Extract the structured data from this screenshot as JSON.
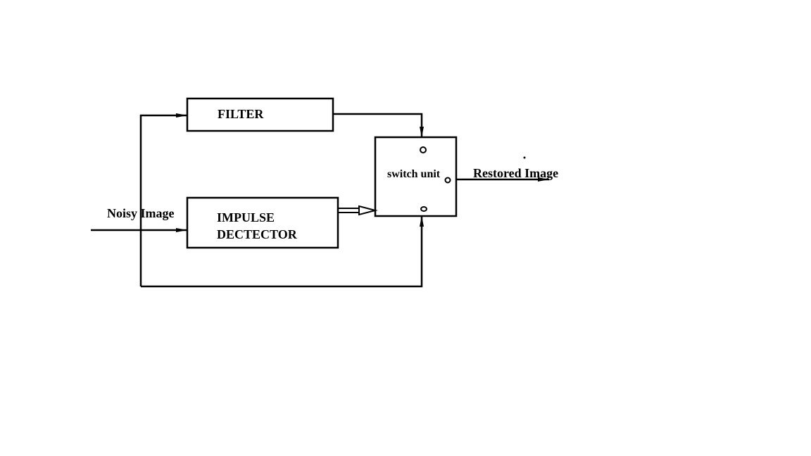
{
  "diagram": {
    "filter_label": "FILTER",
    "impulse_line1": "IMPULSE",
    "impulse_line2": "DECTECTOR",
    "switch_label": "switch unit",
    "input_label": "Noisy Image",
    "output_label": "Restored Image"
  },
  "colors": {
    "stroke": "#000000",
    "background": "#ffffff"
  }
}
